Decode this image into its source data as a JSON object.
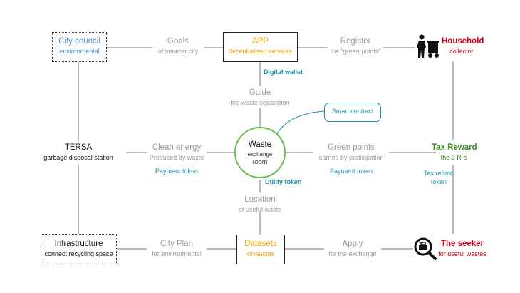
{
  "nodes": {
    "city_council": {
      "title": "City council",
      "subtitle": "environmental"
    },
    "app": {
      "title": "APP",
      "subtitle": "decentralised services"
    },
    "household": {
      "title": "Household",
      "subtitle": "collector"
    },
    "tersa": {
      "title": "TERSA",
      "subtitle": "garbage disposal station"
    },
    "waste_room": {
      "title": "Waste",
      "line2": "exchange",
      "line3": "room"
    },
    "tax_reward": {
      "title": "Tax Reward",
      "subtitle": "the 3 R´s"
    },
    "infrastructure": {
      "title": "Infrastructure",
      "subtitle": "connect recycling space"
    },
    "datasets": {
      "title": "Datasets",
      "subtitle": "of wastes"
    },
    "seeker": {
      "title": "The seeker",
      "subtitle": "for useful wastes"
    },
    "smart_contract": {
      "title": "Smart contract"
    }
  },
  "links": {
    "goals": {
      "title": "Goals",
      "subtitle": "of smarter city"
    },
    "register": {
      "title": "Register",
      "subtitle": "the \"green points\""
    },
    "guide": {
      "title": "Guide",
      "subtitle": "the waste separation"
    },
    "clean_energy": {
      "title": "Clean energy",
      "subtitle": "Produced by waste"
    },
    "green_points": {
      "title": "Green points",
      "subtitle": "earned by participation"
    },
    "location": {
      "title": "Location",
      "subtitle": "of useful waste"
    },
    "city_plan": {
      "title": "City Plan",
      "subtitle": "for environmental"
    },
    "apply": {
      "title": "Apply",
      "subtitle": "for the exchange"
    }
  },
  "tokens": {
    "digital_wallet": "Digital wallet",
    "payment_token_left": "Payment token",
    "payment_token_right": "Payment token",
    "utility_token": "Utility token",
    "tax_refund": "Tax refund",
    "tax_refund_line2": "token"
  },
  "icons": {
    "household": "person-with-bin-icon",
    "seeker": "magnifier-briefcase-icon"
  },
  "colors": {
    "teal": "#1f8fa3",
    "red": "#d0021b",
    "orange": "#f5a200",
    "green": "#3f8a1f",
    "blue": "#4a90d9",
    "circle": "#6abf4b",
    "grey": "#9a9a9a"
  }
}
